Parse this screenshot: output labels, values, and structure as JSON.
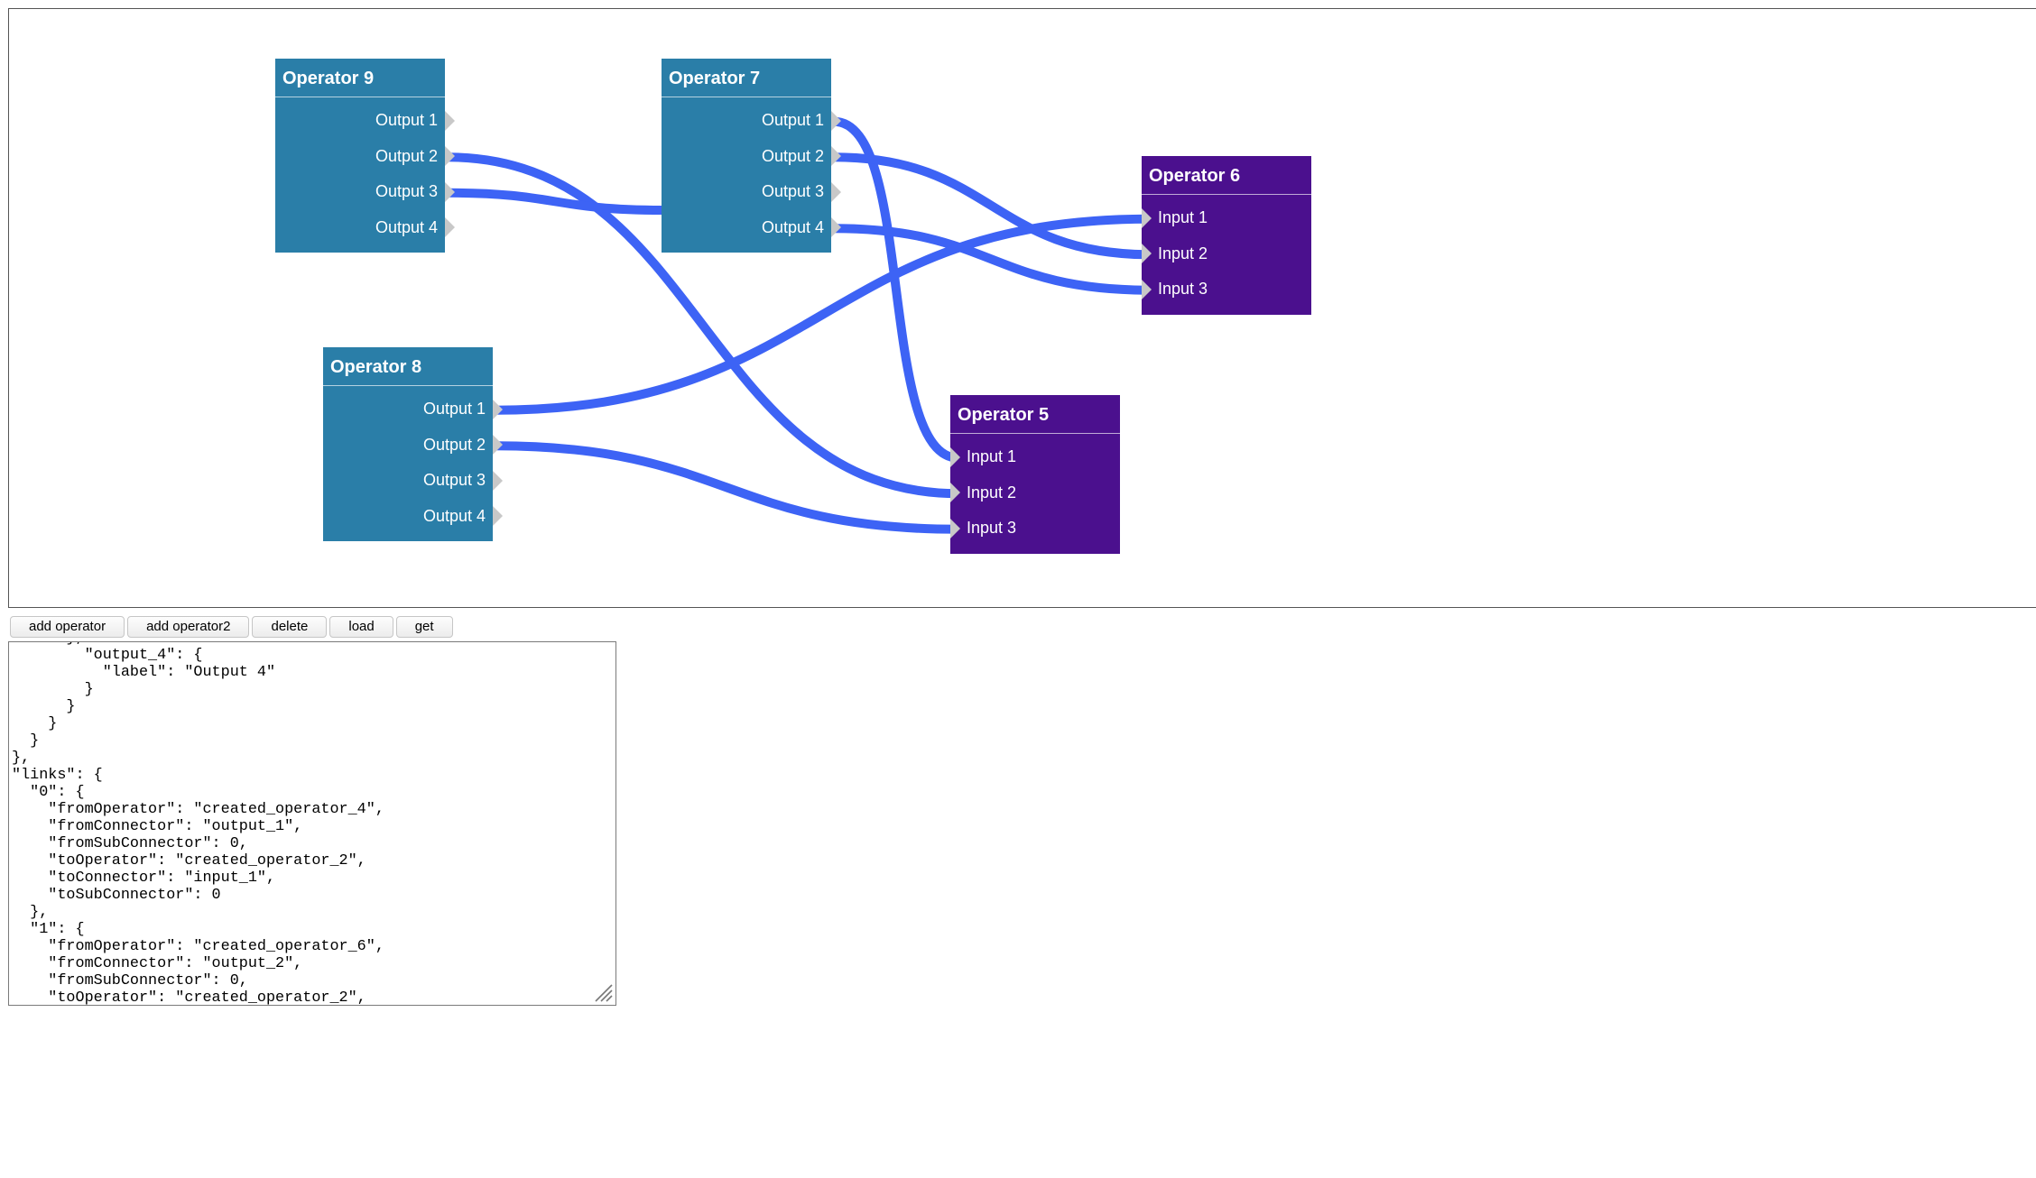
{
  "operators": [
    {
      "id": "op9",
      "title": "Operator 9",
      "kind": "out",
      "theme": "blue",
      "connectors": [
        "Output 1",
        "Output 2",
        "Output 3",
        "Output 4"
      ]
    },
    {
      "id": "op7",
      "title": "Operator 7",
      "kind": "out",
      "theme": "blue",
      "connectors": [
        "Output 1",
        "Output 2",
        "Output 3",
        "Output 4"
      ]
    },
    {
      "id": "op6",
      "title": "Operator 6",
      "kind": "in",
      "theme": "purple",
      "connectors": [
        "Input 1",
        "Input 2",
        "Input 3"
      ]
    },
    {
      "id": "op8",
      "title": "Operator 8",
      "kind": "out",
      "theme": "blue",
      "connectors": [
        "Output 1",
        "Output 2",
        "Output 3",
        "Output 4"
      ]
    },
    {
      "id": "op5",
      "title": "Operator 5",
      "kind": "in",
      "theme": "purple",
      "connectors": [
        "Input 1",
        "Input 2",
        "Input 3"
      ]
    }
  ],
  "links": [
    {
      "from": "op9",
      "from_connector": 1,
      "to": "op5",
      "to_connector": 1
    },
    {
      "from": "op9",
      "from_connector": 2,
      "to": "op7",
      "to_connector": -1
    },
    {
      "from": "op7",
      "from_connector": 0,
      "to": "op5",
      "to_connector": 0
    },
    {
      "from": "op7",
      "from_connector": 1,
      "to": "op6",
      "to_connector": 1
    },
    {
      "from": "op7",
      "from_connector": 3,
      "to": "op6",
      "to_connector": 2
    },
    {
      "from": "op8",
      "from_connector": 0,
      "to": "op6",
      "to_connector": 0
    },
    {
      "from": "op8",
      "from_connector": 1,
      "to": "op5",
      "to_connector": 2
    }
  ],
  "colors": {
    "operator_blue": "#2a7ea8",
    "operator_purple": "#4b108e",
    "link": "#3d63f5",
    "connector_arrow": "#c8c8c8"
  },
  "toolbar": {
    "add_operator": "add operator",
    "add_operator2": "add operator2",
    "delete": "delete",
    "load": "load",
    "get": "get"
  },
  "json_output": "      },\n        \"output_4\": {\n          \"label\": \"Output 4\"\n        }\n      }\n    }\n  }\n},\n\"links\": {\n  \"0\": {\n    \"fromOperator\": \"created_operator_4\",\n    \"fromConnector\": \"output_1\",\n    \"fromSubConnector\": 0,\n    \"toOperator\": \"created_operator_2\",\n    \"toConnector\": \"input_1\",\n    \"toSubConnector\": 0\n  },\n  \"1\": {\n    \"fromOperator\": \"created_operator_6\",\n    \"fromConnector\": \"output_2\",\n    \"fromSubConnector\": 0,\n    \"toOperator\": \"created_operator_2\","
}
